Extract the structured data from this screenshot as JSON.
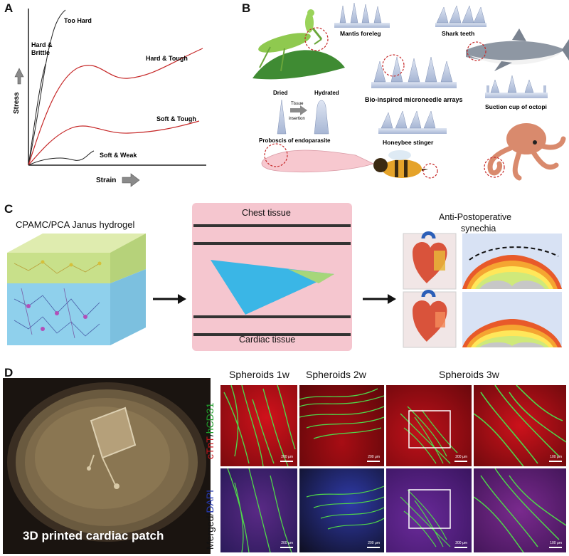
{
  "panels": {
    "a": "A",
    "b": "B",
    "c": "C",
    "d": "D"
  },
  "panel_a": {
    "ylabel": "Stress",
    "xlabel": "Strain",
    "curves": [
      "Too Hard",
      "Hard & Brittle",
      "Hard & Tough",
      "Soft & Tough",
      "Soft & Weak"
    ],
    "hard_line1": "Hard &",
    "hard_line2": "Brittle"
  },
  "panel_b": {
    "mantis": "Mantis foreleg",
    "shark": "Shark teeth",
    "bioinspired": "Bio-inspired microneedle arrays",
    "dried": "Dried",
    "hydrated": "Hydrated",
    "tissue": "Tissue",
    "insertion": "insertion",
    "proboscis": "Proboscis of endoparasite",
    "honeybee": "Honeybee stinger",
    "octopi": "Suction cup of octopi"
  },
  "panel_c": {
    "hydrogel": "CPAMC/PCA Janus hydrogel",
    "chest": "Chest tissue",
    "cardiac": "Cardiac tissue",
    "anti1": "Anti-Postoperative",
    "anti2": "synechia"
  },
  "panel_d": {
    "patch": "3D printed cardiac patch",
    "sph1": "Spheroids 1w",
    "sph2": "Spheroids 2w",
    "sph3": "Spheroids 3w",
    "row1_part1": "cTnT",
    "row1_sep": "/",
    "row1_part2": "hCD31",
    "row2_part1": "Merged",
    "row2_sep": "/",
    "row2_part2": "DAPI",
    "scale200": "200 μm",
    "scale100": "100 μm"
  },
  "colors": {
    "curve_red": "#c62828",
    "tissue_pink": "#f5c6cf",
    "hydrogel_green": "#c8e08a",
    "hydrogel_blue": "#8fd0ec",
    "red_channel": "#b80f14",
    "green_fiber": "#4fd64a",
    "dapi_blue": "#2b2f9e"
  }
}
